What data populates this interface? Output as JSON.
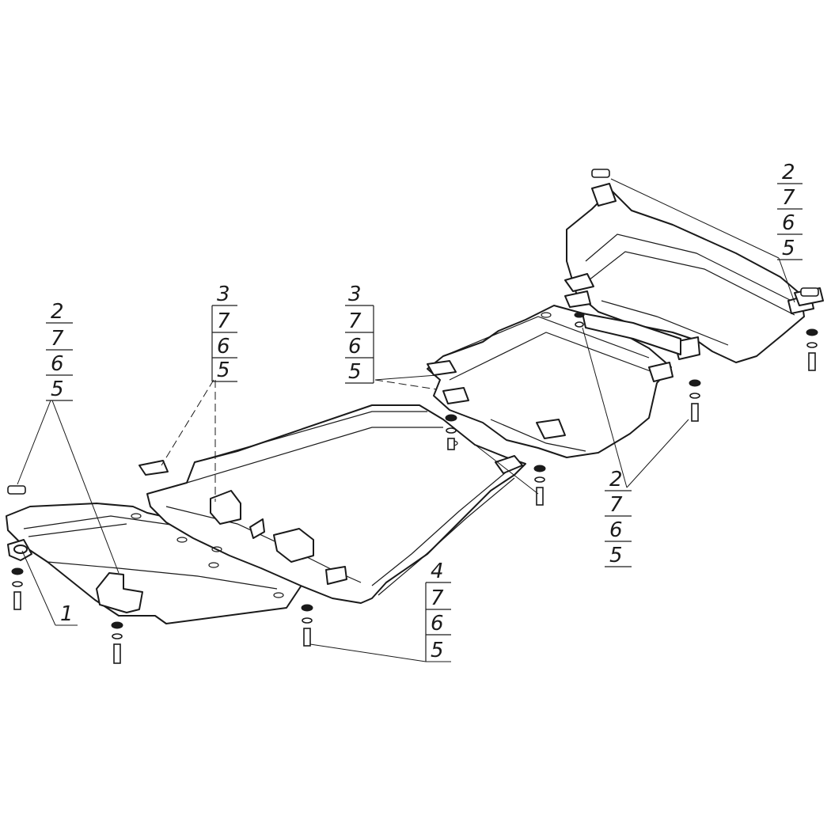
{
  "callouts": [
    {
      "id": "left-upper",
      "items": [
        "2",
        "7",
        "6",
        "5"
      ]
    },
    {
      "id": "left-lower",
      "items": [
        "1"
      ]
    },
    {
      "id": "front-center",
      "items": [
        "3",
        "7",
        "6",
        "5"
      ]
    },
    {
      "id": "middle",
      "items": [
        "3",
        "7",
        "6",
        "5"
      ]
    },
    {
      "id": "bottom-center",
      "items": [
        "4",
        "7",
        "6",
        "5"
      ]
    },
    {
      "id": "right-lower",
      "items": [
        "2",
        "7",
        "6",
        "5"
      ]
    },
    {
      "id": "right-upper",
      "items": [
        "2",
        "7",
        "6",
        "5"
      ]
    }
  ]
}
